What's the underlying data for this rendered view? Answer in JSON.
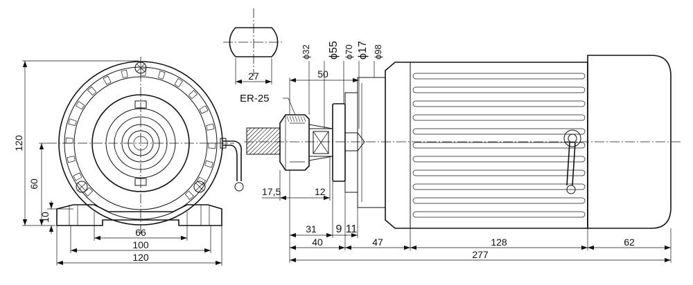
{
  "drawing": {
    "front_view": {
      "dim_overall_height": "120",
      "dim_shaft_height": "60",
      "dim_foot_thickness": "10",
      "dim_hole_spacing": "66",
      "dim_foot_span": "100",
      "dim_base_width": "120"
    },
    "shaft_section": {
      "dim_flat_width": "27"
    },
    "side_view": {
      "collet_label": "ER-25",
      "diameters": [
        "ϕ32",
        "ϕ55",
        "ϕ70",
        "ϕ17",
        "ϕ98"
      ],
      "dim_collet_length": "50",
      "dim_nose_offset": "17,5",
      "dim_nut_length": "12",
      "dim_31": "31",
      "dim_9": "9",
      "dim_11": "11",
      "dim_40": "40",
      "dim_47": "47",
      "dim_128": "128",
      "dim_62": "62",
      "dim_total_length": "277"
    }
  }
}
